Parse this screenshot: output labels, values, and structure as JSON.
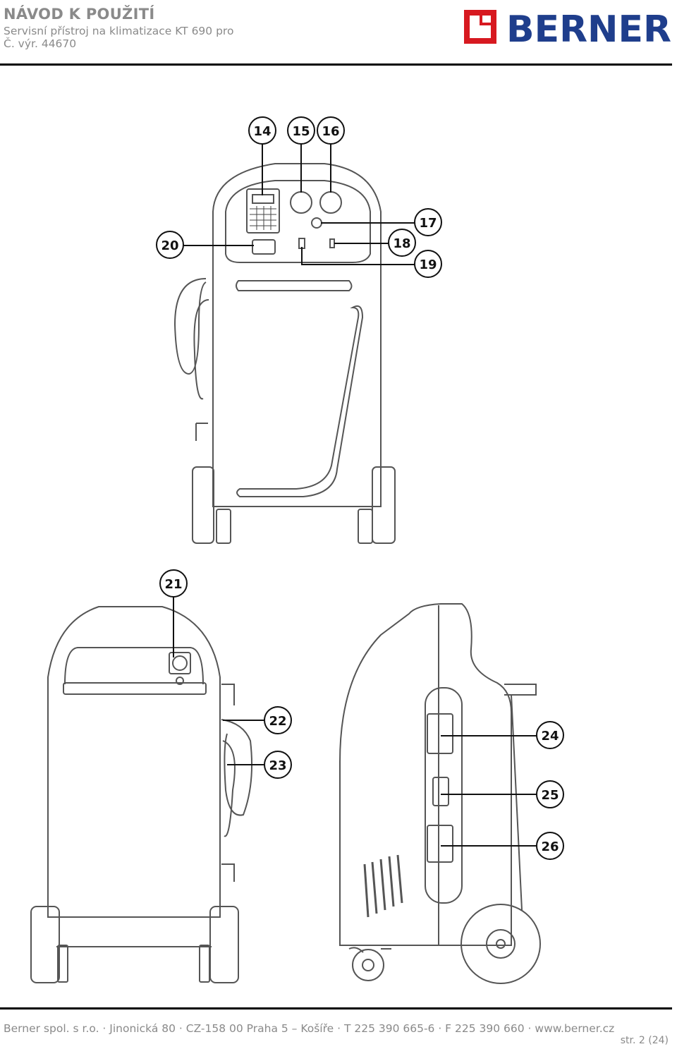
{
  "header": {
    "title": "NÁVOD K POUŽITÍ",
    "subtitle": "Servisní přístroj na klimatizace KT 690 pro",
    "part_number": "Č. výr. 44670",
    "logo_text": "BERNER",
    "logo_color": "#d71920",
    "logo_text_color": "#1f3e8c"
  },
  "callouts": {
    "c14": "14",
    "c15": "15",
    "c16": "16",
    "c17": "17",
    "c18": "18",
    "c19": "19",
    "c20": "20",
    "c21": "21",
    "c22": "22",
    "c23": "23",
    "c24": "24",
    "c25": "25",
    "c26": "26"
  },
  "footer": {
    "address": "Berner spol. s r.o. · Jinonická 80 · CZ-158 00 Praha 5 – Košíře · T 225 390  665-6 · F 225 390 660 · www.berner.cz",
    "page": "str. 2 (24)"
  }
}
